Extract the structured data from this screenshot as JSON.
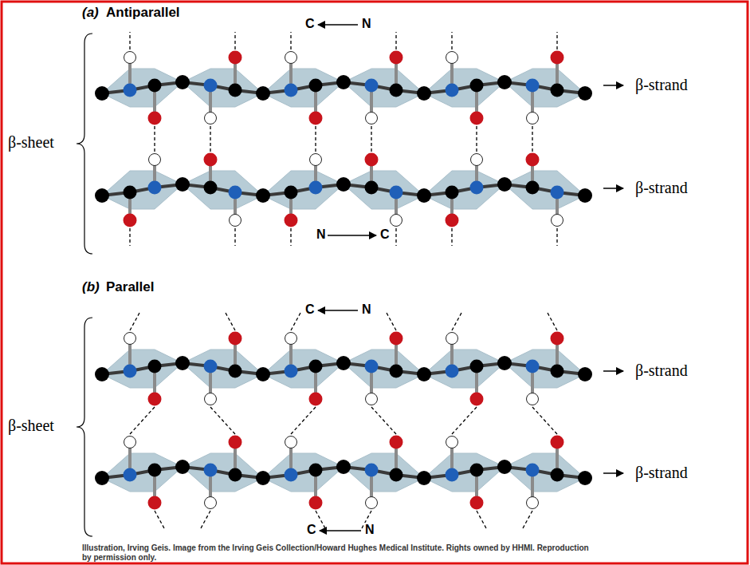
{
  "diagram": {
    "caption": "Illustration, Irving Geis. Image from the Irving Geis Collection/Howard Hughes Medical Institute. Rights owned by HHMI. Reproduction by permission only.",
    "labels": [
      "(a)",
      "Antiparallel",
      "C",
      "N",
      "β-strand",
      "β-strand",
      "β-sheet",
      "N",
      "C",
      "(b)",
      "Parallel",
      "C",
      "N",
      "β-strand",
      "β-strand",
      "β-sheet",
      "C",
      "N"
    ]
  }
}
